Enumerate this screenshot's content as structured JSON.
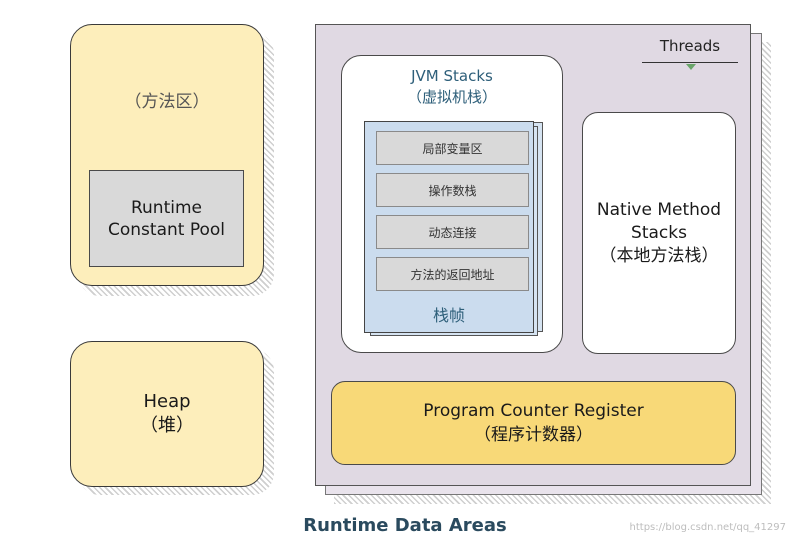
{
  "method_area": {
    "title": "（方法区）",
    "runtime_constant_pool": [
      "Runtime",
      "Constant Pool"
    ]
  },
  "heap": [
    "Heap",
    "（堆）"
  ],
  "threads": {
    "label": "Threads",
    "jvm_stacks": {
      "title": [
        "JVM Stacks",
        "（虚拟机栈）"
      ],
      "frame_rows": [
        "局部变量区",
        "操作数栈",
        "动态连接",
        "方法的返回地址"
      ],
      "frame_label": "栈帧"
    },
    "native_method_stacks": [
      "Native Method",
      "Stacks",
      "（本地方法栈）"
    ],
    "program_counter_register": [
      "Program Counter Register",
      "（程序计数器）"
    ]
  },
  "caption": "Runtime Data Areas",
  "watermark": "https://blog.csdn.net/qq_41297",
  "colors": {
    "yellow_fill": "#fdeebb",
    "pc_fill": "#f8d978",
    "threads_fill": "#e0d9e3",
    "frame_fill": "#cbdcee",
    "caption": "#2a4a5e"
  }
}
